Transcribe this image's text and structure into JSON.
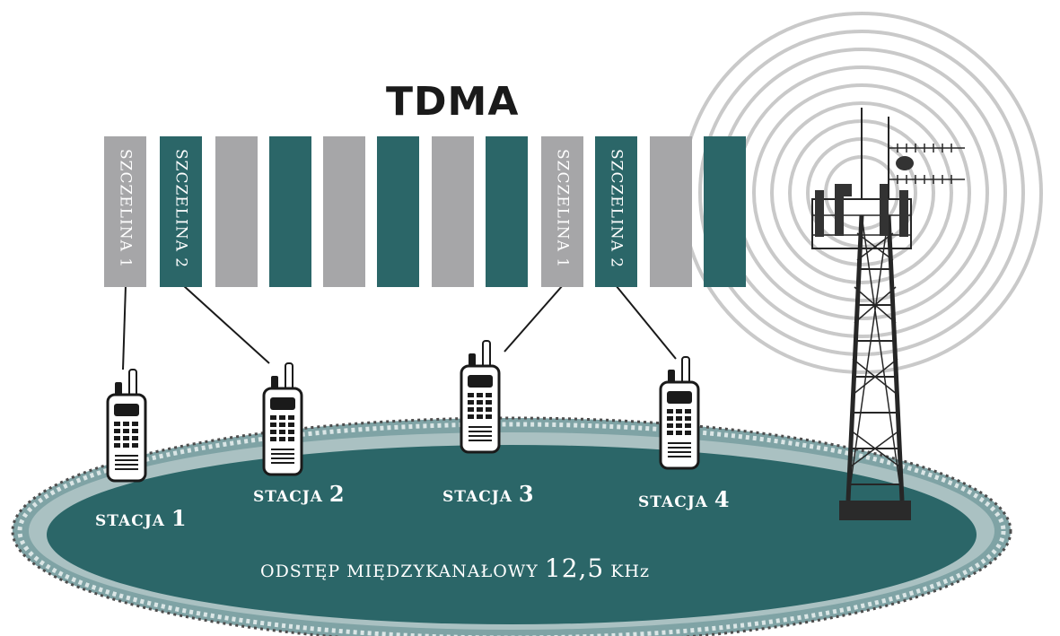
{
  "title": "TDMA",
  "slots": [
    {
      "color": "gray",
      "label": "SZCZELINA 1"
    },
    {
      "color": "teal",
      "label": "SZCZELINA 2"
    },
    {
      "color": "gray",
      "label": ""
    },
    {
      "color": "teal",
      "label": ""
    },
    {
      "color": "gray",
      "label": ""
    },
    {
      "color": "teal",
      "label": ""
    },
    {
      "color": "gray",
      "label": ""
    },
    {
      "color": "teal",
      "label": ""
    },
    {
      "color": "gray",
      "label": "SZCZELINA 1"
    },
    {
      "color": "teal",
      "label": "SZCZELINA 2"
    },
    {
      "color": "gray",
      "label": ""
    },
    {
      "color": "teal",
      "label": ""
    }
  ],
  "stations": [
    {
      "word": "STACJA",
      "num": "1"
    },
    {
      "word": "STACJA",
      "num": "2"
    },
    {
      "word": "STACJA",
      "num": "3"
    },
    {
      "word": "STACJA",
      "num": "4"
    }
  ],
  "spacing": {
    "text": "ODSTĘP MIĘDZYKANAŁOWY",
    "value": "12,5",
    "unit": "KHz"
  },
  "colors": {
    "teal": "#2b6668",
    "gray": "#a6a6a8",
    "ellipse_rim": "#8fb0b2"
  }
}
